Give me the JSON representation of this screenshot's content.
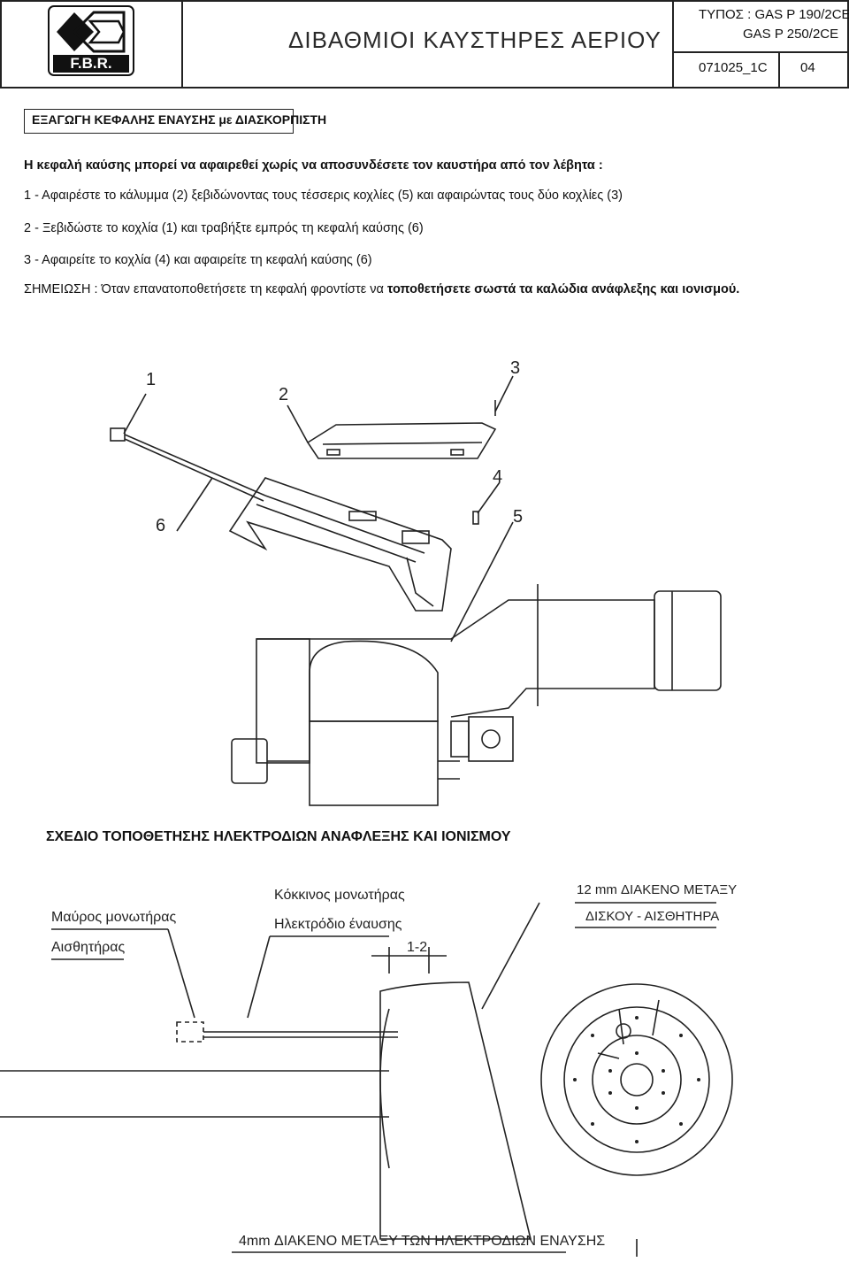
{
  "header": {
    "logo_text": "F.B.R.",
    "title": "ΔΙΒΑΘΜΙΟΙ ΚΑΥΣΤΗΡΕΣ ΑΕΡΙΟΥ",
    "type_line1": "ΤΥΠΟΣ : GAS P 190/2CE",
    "type_line2": "GAS P 250/2CE",
    "doc_code": "071025_1C",
    "page_number": "04"
  },
  "section": {
    "heading": "ΕΞΑΓΩΓΗ ΚΕΦΑΛΗΣ ΕΝΑΥΣΗΣ με ΔΙΑΣΚΟΡΠΙΣΤΗ"
  },
  "instructions": {
    "intro": "Η κεφαλή καύσης μπορεί να αφαιρεθεί χωρίς να αποσυνδέσετε τον καυστήρα από τον λέβητα :",
    "steps": [
      "1 - Αφαιρέστε το κάλυμμα (2) ξεβιδώνοντας τους τέσσερις κοχλίες (5) και αφαιρώντας τους δύο κοχλίες (3)",
      "2 - Ξεβιδώστε το κοχλία (1) και τραβήξτε εμπρός τη κεφαλή καύσης (6)",
      "3 - Αφαιρείτε το κοχλία (4) και αφαιρείτε τη κεφαλή καύσης (6)"
    ],
    "note_prefix": "ΣΗΜΕΙΩΣΗ : Όταν επανατοποθετήσετε τη κεφαλή φροντίστε να",
    "note_bold": "τοποθετήσετε σωστά τα καλώδια ανάφλεξης και ιονισμού."
  },
  "burner_callouts": [
    "1",
    "2",
    "3",
    "4",
    "5",
    "6"
  ],
  "electrode_diagram": {
    "title": "ΣΧΕΔΙΟ ΤΟΠΟΘΕΤΗΣΗΣ ΗΛΕΚΤΡΟΔΙΩΝ ΑΝΑΦΛΕΞΗΣ ΚΑΙ ΙΟΝΙΣΜΟΥ",
    "black_insulator": "Μαύρος μονωτήρας",
    "sensor": "Αισθητήρας",
    "red_insulator": "Κόκκινος μονωτήρας",
    "ignition_electrode": "Ηλεκτρόδιο έναυσης",
    "gap_dimension": "1-2",
    "gap_disk_line1": "12 mm ΔΙΑΚΕΝΟ ΜΕΤΑΞΥ",
    "gap_disk_line2": "ΔΙΣΚΟΥ - ΑΙΣΘΗΤΗΡΑ",
    "gap_electrodes": "4mm  ΔΙΑΚΕΝΟ ΜΕΤΑΞΥ ΤΩΝ ΗΛΕΚΤΡΟΔΙΩΝ ΕΝΑΥΣΗΣ"
  }
}
